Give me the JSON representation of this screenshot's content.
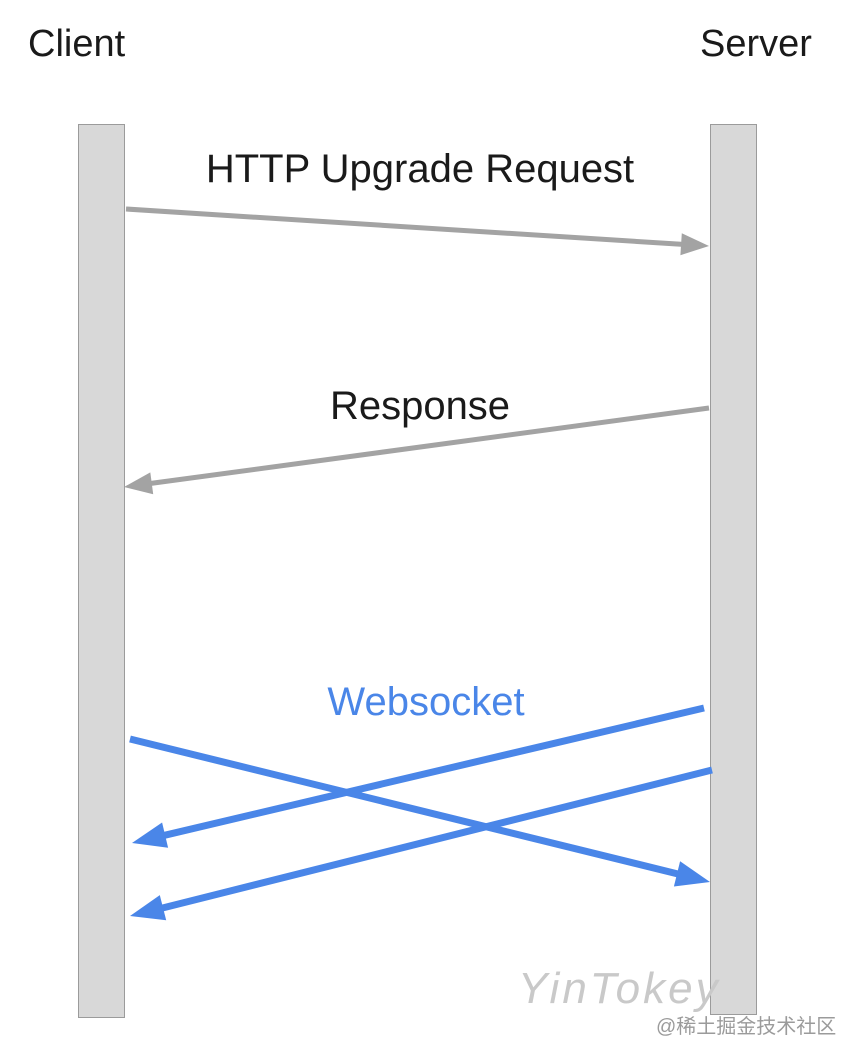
{
  "diagram": {
    "type": "sequence-diagram",
    "participants": [
      {
        "name": "Client",
        "side": "left"
      },
      {
        "name": "Server",
        "side": "right"
      }
    ],
    "messages": [
      {
        "label": "HTTP Upgrade Request",
        "from": "Client",
        "to": "Server",
        "color_key": "arrow_gray"
      },
      {
        "label": "Response",
        "from": "Server",
        "to": "Client",
        "color_key": "arrow_gray"
      },
      {
        "label": "Websocket",
        "from": "Client",
        "to": "Server",
        "bidirectional": true,
        "arrow_count": 3,
        "directions": [
          "Server→Client",
          "Client→Server",
          "Server→Client"
        ],
        "color_key": "arrow_blue"
      }
    ]
  },
  "watermark": {
    "name": "YinTokey",
    "community": "@稀土掘金技术社区"
  },
  "colors": {
    "background": "#ffffff",
    "label_text": "#1a1a1a",
    "arrow_gray": "#a3a3a3",
    "arrow_blue": "#4a86e8",
    "websocket_label": "#4a86e8",
    "lifeline_fill": "#d8d8d8",
    "lifeline_border": "#9b9b9b",
    "watermark_name": "#c9c9c9",
    "watermark_community": "#9b9b9b"
  }
}
